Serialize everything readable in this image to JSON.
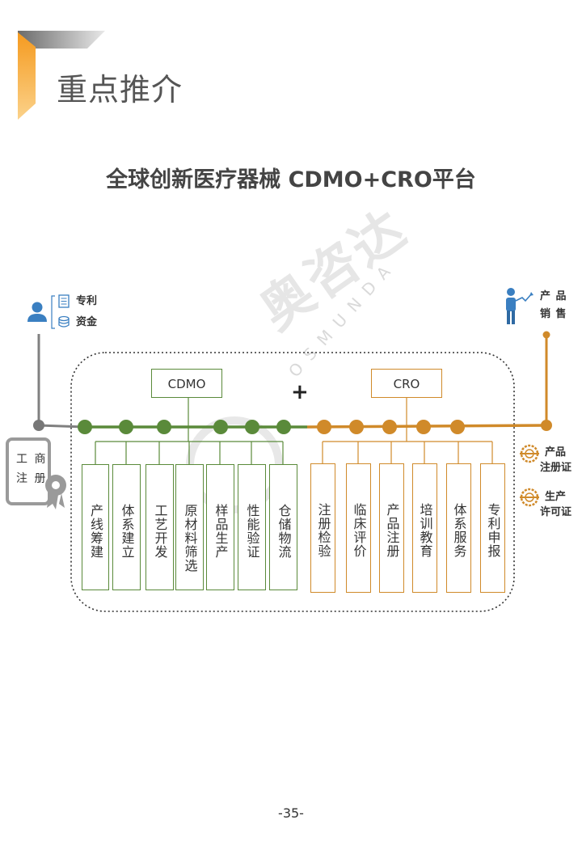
{
  "header": {
    "title": "重点推介"
  },
  "title": "全球创新医疗器械 CDMO+CRO平台",
  "inputs": {
    "patent": "专利",
    "capital": "资金"
  },
  "business_registration": {
    "line1": "工 商",
    "line2": "注 册"
  },
  "sales": {
    "line1": "产 品",
    "line2": "销 售"
  },
  "cdmo": {
    "label": "CDMO",
    "items": [
      "产线筹建",
      "体系建立",
      "工艺开发",
      "原材料筛选",
      "样品生产",
      "性能验证",
      "仓储物流"
    ]
  },
  "cro": {
    "label": "CRO",
    "items": [
      "注册检验",
      "临床评价",
      "产品注册",
      "培训教育",
      "体系服务",
      "专利申报"
    ]
  },
  "plus_sign": "+",
  "certificates": [
    {
      "line1": "产品",
      "line2": "注册证"
    },
    {
      "line1": "生产",
      "line2": "许可证"
    }
  ],
  "watermark": {
    "cn": "奥咨达",
    "latin": "OSMUNDA"
  },
  "page_number": "-35-",
  "colors": {
    "green": "#5a8a3a",
    "orange": "#d08a2a",
    "gray": "#808080",
    "accent": "#f5a623"
  }
}
